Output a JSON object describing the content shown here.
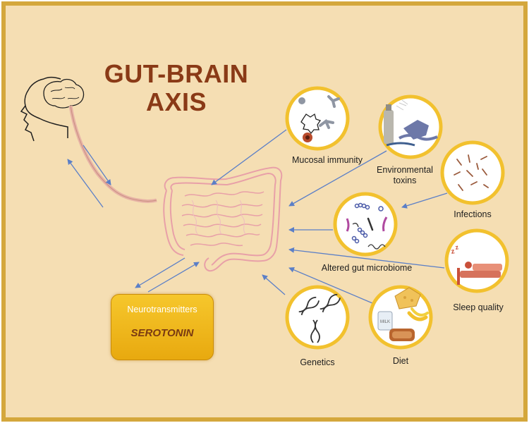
{
  "title": {
    "line1": "GUT-BRAIN",
    "line2": "AXIS"
  },
  "factors": {
    "mucosal_immunity": "Mucosal immunity",
    "environmental_toxins_line1": "Environmental",
    "environmental_toxins_line2": "toxins",
    "infections": "Infections",
    "altered_microbiome": "Altered gut microbiome",
    "sleep_quality": "Sleep quality",
    "genetics": "Genetics",
    "diet": "Diet"
  },
  "neurotransmitters": {
    "label": "Neurotransmitters",
    "example": "SEROTONIN"
  },
  "icons": {
    "diet_milk_label": "MILK"
  },
  "colors": {
    "background": "#f5deb3",
    "frame": "#d4a73c",
    "title": "#8a3a17",
    "circle_ring": "#f2c12e",
    "circle_fill": "#ffffff",
    "arrow": "#5b7fc7",
    "gut": "#e8a0a8",
    "box_fill": "#f4bd22"
  }
}
